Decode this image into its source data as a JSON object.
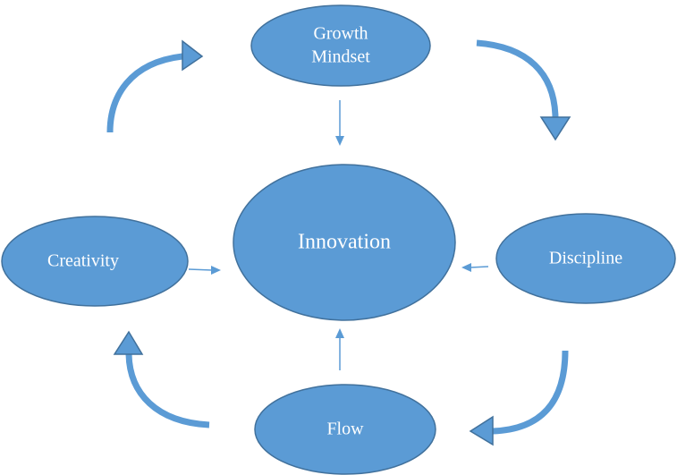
{
  "diagram": {
    "center": {
      "label": "Innovation"
    },
    "nodes": [
      {
        "id": "growth-mindset",
        "lines": [
          "Growth",
          "Mindset"
        ]
      },
      {
        "id": "discipline",
        "lines": [
          "Discipline"
        ]
      },
      {
        "id": "flow",
        "lines": [
          "Flow"
        ]
      },
      {
        "id": "creativity",
        "lines": [
          "Creativity"
        ]
      }
    ]
  },
  "colors": {
    "node_fill": "#5b9bd5",
    "node_stroke": "#41719c",
    "label_text": "#ffffff",
    "background": "#ffffff"
  }
}
